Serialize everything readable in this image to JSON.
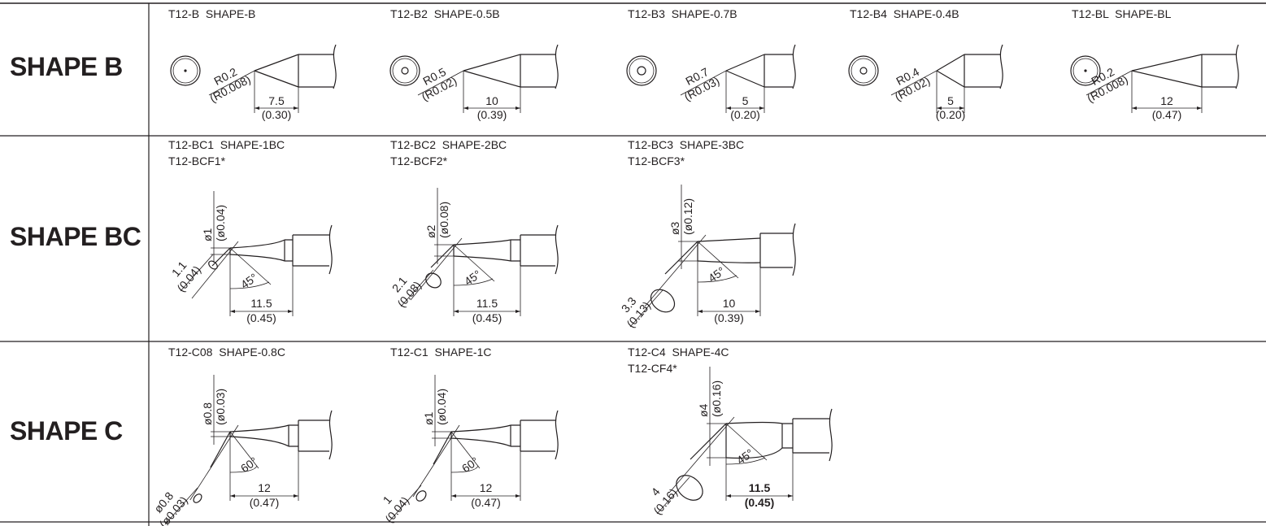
{
  "rows": [
    {
      "label": "SHAPE B",
      "cells": [
        {
          "title": "T12-B  SHAPE-B",
          "radius": "R0.2",
          "radius_in": "(R0.008)",
          "length": "7.5",
          "length_in": "(0.30)"
        },
        {
          "title": "T12-B2  SHAPE-0.5B",
          "radius": "R0.5",
          "radius_in": "(R0.02)",
          "length": "10",
          "length_in": "(0.39)"
        },
        {
          "title": "T12-B3  SHAPE-0.7B",
          "radius": "R0.7",
          "radius_in": "(R0.03)",
          "length": "5",
          "length_in": "(0.20)"
        },
        {
          "title": "T12-B4  SHAPE-0.4B",
          "radius": "R0.4",
          "radius_in": "(R0.02)",
          "length": "5",
          "length_in": "(0.20)"
        },
        {
          "title": "T12-BL  SHAPE-BL",
          "radius": "R0.2",
          "radius_in": "(R0.008)",
          "length": "12",
          "length_in": "(0.47)"
        }
      ]
    },
    {
      "label": "SHAPE BC",
      "cells": [
        {
          "title": "T12-BC1  SHAPE-1BC",
          "subtitle": "T12-BCF1*",
          "dia": "ø1",
          "dia_in": "(ø0.04)",
          "bevel": "1.1",
          "bevel_in": "(0.04)",
          "angle": "45°",
          "length": "11.5",
          "length_in": "(0.45)"
        },
        {
          "title": "T12-BC2  SHAPE-2BC",
          "subtitle": "T12-BCF2*",
          "dia": "ø2",
          "dia_in": "(ø0.08)",
          "bevel": "2.1",
          "bevel_in": "(0.08)",
          "angle": "45°",
          "length": "11.5",
          "length_in": "(0.45)"
        },
        {
          "title": "T12-BC3  SHAPE-3BC",
          "subtitle": "T12-BCF3*",
          "dia": "ø3",
          "dia_in": "(ø0.12)",
          "bevel": "3.3",
          "bevel_in": "(0.13)",
          "angle": "45°",
          "length": "10",
          "length_in": "(0.39)"
        }
      ]
    },
    {
      "label": "SHAPE C",
      "cells": [
        {
          "title": "T12-C08  SHAPE-0.8C",
          "dia": "ø0.8",
          "dia_in": "(ø0.03)",
          "bevel": "ø0.8",
          "bevel_in": "(ø0.03)",
          "angle": "60°",
          "length": "12",
          "length_in": "(0.47)"
        },
        {
          "title": "T12-C1  SHAPE-1C",
          "dia": "ø1",
          "dia_in": "(ø0.04)",
          "bevel": "1",
          "bevel_in": "(0.04)",
          "angle": "60°",
          "length": "12",
          "length_in": "(0.47)"
        },
        {
          "title": "T12-C4  SHAPE-4C",
          "subtitle": "T12-CF4*",
          "dia": "ø4",
          "dia_in": "(ø0.16)",
          "bevel": "4",
          "bevel_in": "(0.16)",
          "angle": "45°",
          "length": "11.5",
          "length_in": "(0.45)"
        }
      ]
    }
  ]
}
